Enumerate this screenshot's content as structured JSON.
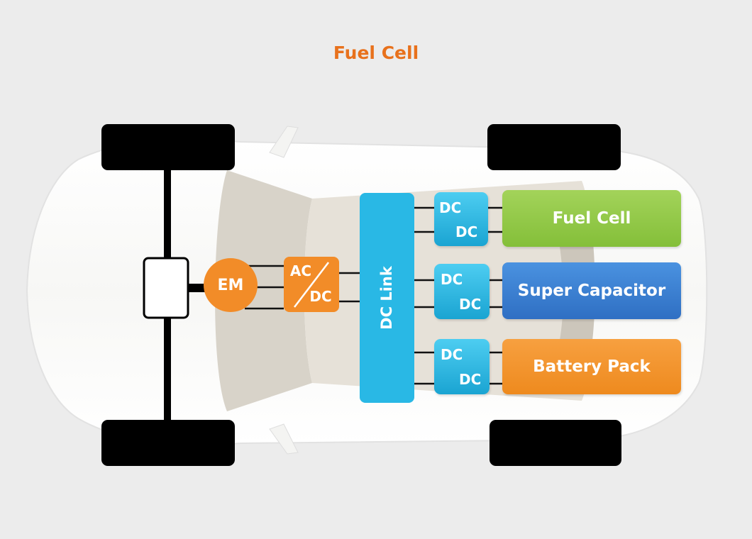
{
  "title": "Fuel Cell",
  "motor": {
    "label": "EM"
  },
  "inverter": {
    "top": "AC",
    "bottom": "DC"
  },
  "dc_link": {
    "label": "DC Link"
  },
  "converters": [
    {
      "top": "DC",
      "bottom": "DC"
    },
    {
      "top": "DC",
      "bottom": "DC"
    },
    {
      "top": "DC",
      "bottom": "DC"
    }
  ],
  "sources": [
    {
      "label": "Fuel Cell",
      "color": "#8dc63f"
    },
    {
      "label": "Super Capacitor",
      "color": "#3d7fd1"
    },
    {
      "label": "Battery Pack",
      "color": "#f28c28"
    }
  ],
  "colors": {
    "title": "#e8711c",
    "motor": "#f28c28",
    "dc_link": "#29b8e5",
    "wheel": "#000000"
  }
}
